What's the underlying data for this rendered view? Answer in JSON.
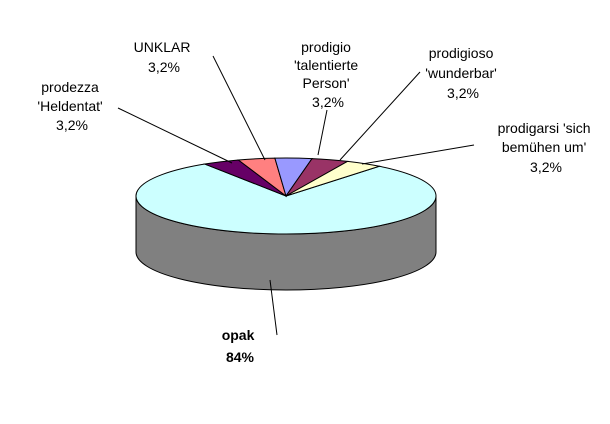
{
  "chart_data": {
    "type": "pie",
    "title": "",
    "slices": [
      {
        "label_lines": [
          "opak",
          "84%"
        ],
        "value": 84,
        "color": "#ccffff",
        "side_color": "#808080",
        "bold": true
      },
      {
        "label_lines": [
          "prodezza",
          "'Heldentat'",
          "3,2%"
        ],
        "value": 3.2,
        "color": "#660066"
      },
      {
        "label_lines": [
          "UNKLAR",
          "3,2%"
        ],
        "value": 3.2,
        "color": "#ff8080"
      },
      {
        "label_lines": [
          "prodigio",
          "'talentierte",
          "Person'",
          "3,2%"
        ],
        "value": 3.2,
        "color": "#9999ff"
      },
      {
        "label_lines": [
          "prodigioso",
          "'wunderbar'",
          "3,2%"
        ],
        "value": 3.2,
        "color": "#993366"
      },
      {
        "label_lines": [
          "prodigarsi 'sich",
          "bemühen um'",
          "3,2%"
        ],
        "value": 3.2,
        "color": "#ffffcc"
      }
    ]
  }
}
